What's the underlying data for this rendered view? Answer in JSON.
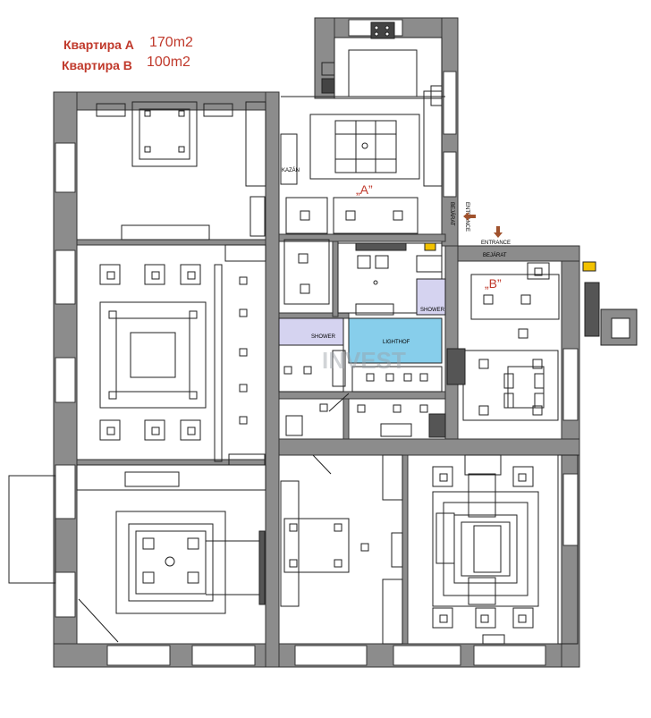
{
  "legend": {
    "apt_a_label": "Квартира А",
    "apt_a_area": "170m2",
    "apt_b_label": "Квартира В",
    "apt_b_area": "100m2"
  },
  "labels": {
    "apartment_a": "„A”",
    "apartment_b": "„B”",
    "entrance_top": "ENTRANCE",
    "entrance_side": "ENTRANCE",
    "bejarat_side": "BEJÁRAT",
    "bejarat_top": "BEJÁRAT",
    "lighthof": "LIGHTHOF",
    "shower_1": "SHOWER",
    "shower_2": "SHOWER",
    "kazan": "KAZÁN",
    "watermark": "INVEST"
  },
  "colors": {
    "wall": "#8c8c8c",
    "wall_dark": "#555555",
    "legend_red": "#c0392b",
    "lighthof_fill": "#87ceeb",
    "shower_fill": "#d5d3f0",
    "accent_yellow": "#f2c200"
  }
}
